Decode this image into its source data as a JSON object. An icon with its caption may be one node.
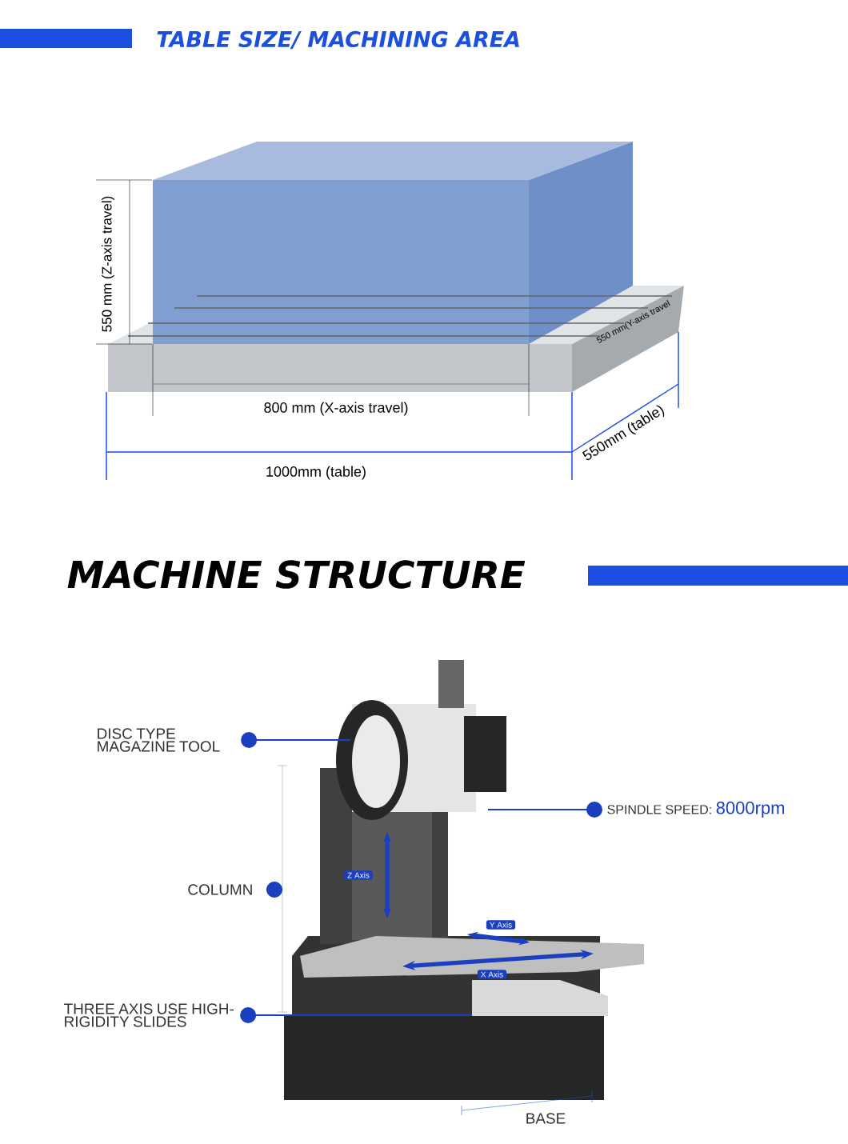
{
  "diagram": {
    "title": "TABLE SIZE/ MACHINING AREA",
    "nodes": [
      {
        "text": [
          "DISC TYPE MAGAZINE TOOL"
        ]
      },
      {
        "text": [
          "SPINDLE SPEED:",
          "8000rpm"
        ]
      },
      {
        "text": [
          "THREE AXIS USE HIGH-RIGIDITY SLIDES"
        ]
      }
    ],
    "edges": [
      {
        "from": 0,
        "to": null,
        "arrow": "other"
      },
      {
        "from": 1,
        "to": null,
        "arrow": "other"
      },
      {
        "from": 2,
        "to": null,
        "arrow": "other"
      }
    ],
    "labels": [
      "550 mm (Z-axis travel)",
      "550 mm(Y-axis travel",
      "800 mm (X-axis travel)",
      "1000mm (table)",
      "550mm (table)",
      "MACHINE STRUCTURE",
      "COLUMN",
      "Z Axis",
      "Y Axis",
      "X Axis",
      "BASE"
    ]
  }
}
